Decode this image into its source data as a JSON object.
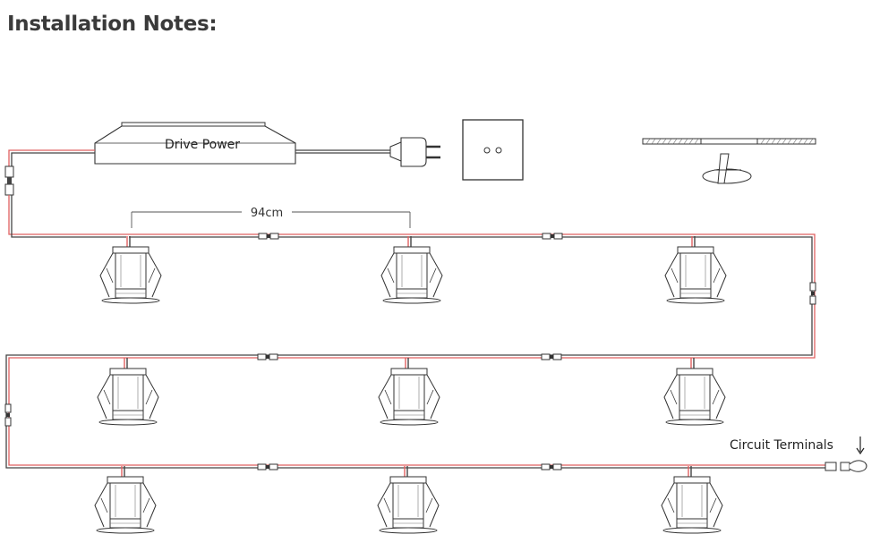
{
  "title": "Installation Notes:",
  "labels": {
    "drive_power": "Drive Power",
    "spacing": "94cm",
    "circuit_terminals": "Circuit Terminals"
  },
  "colors": {
    "wire_positive": "#e06060",
    "wire_negative": "#444444",
    "outline": "#333333"
  },
  "icons": {
    "plug": "plug-icon",
    "switch": "wall-switch-icon",
    "cutting_tool": "hole-saw-icon",
    "connector": "wire-connector-icon",
    "downlight": "led-downlight-icon"
  },
  "layout": {
    "rows": 3,
    "lights_per_row": 3
  }
}
